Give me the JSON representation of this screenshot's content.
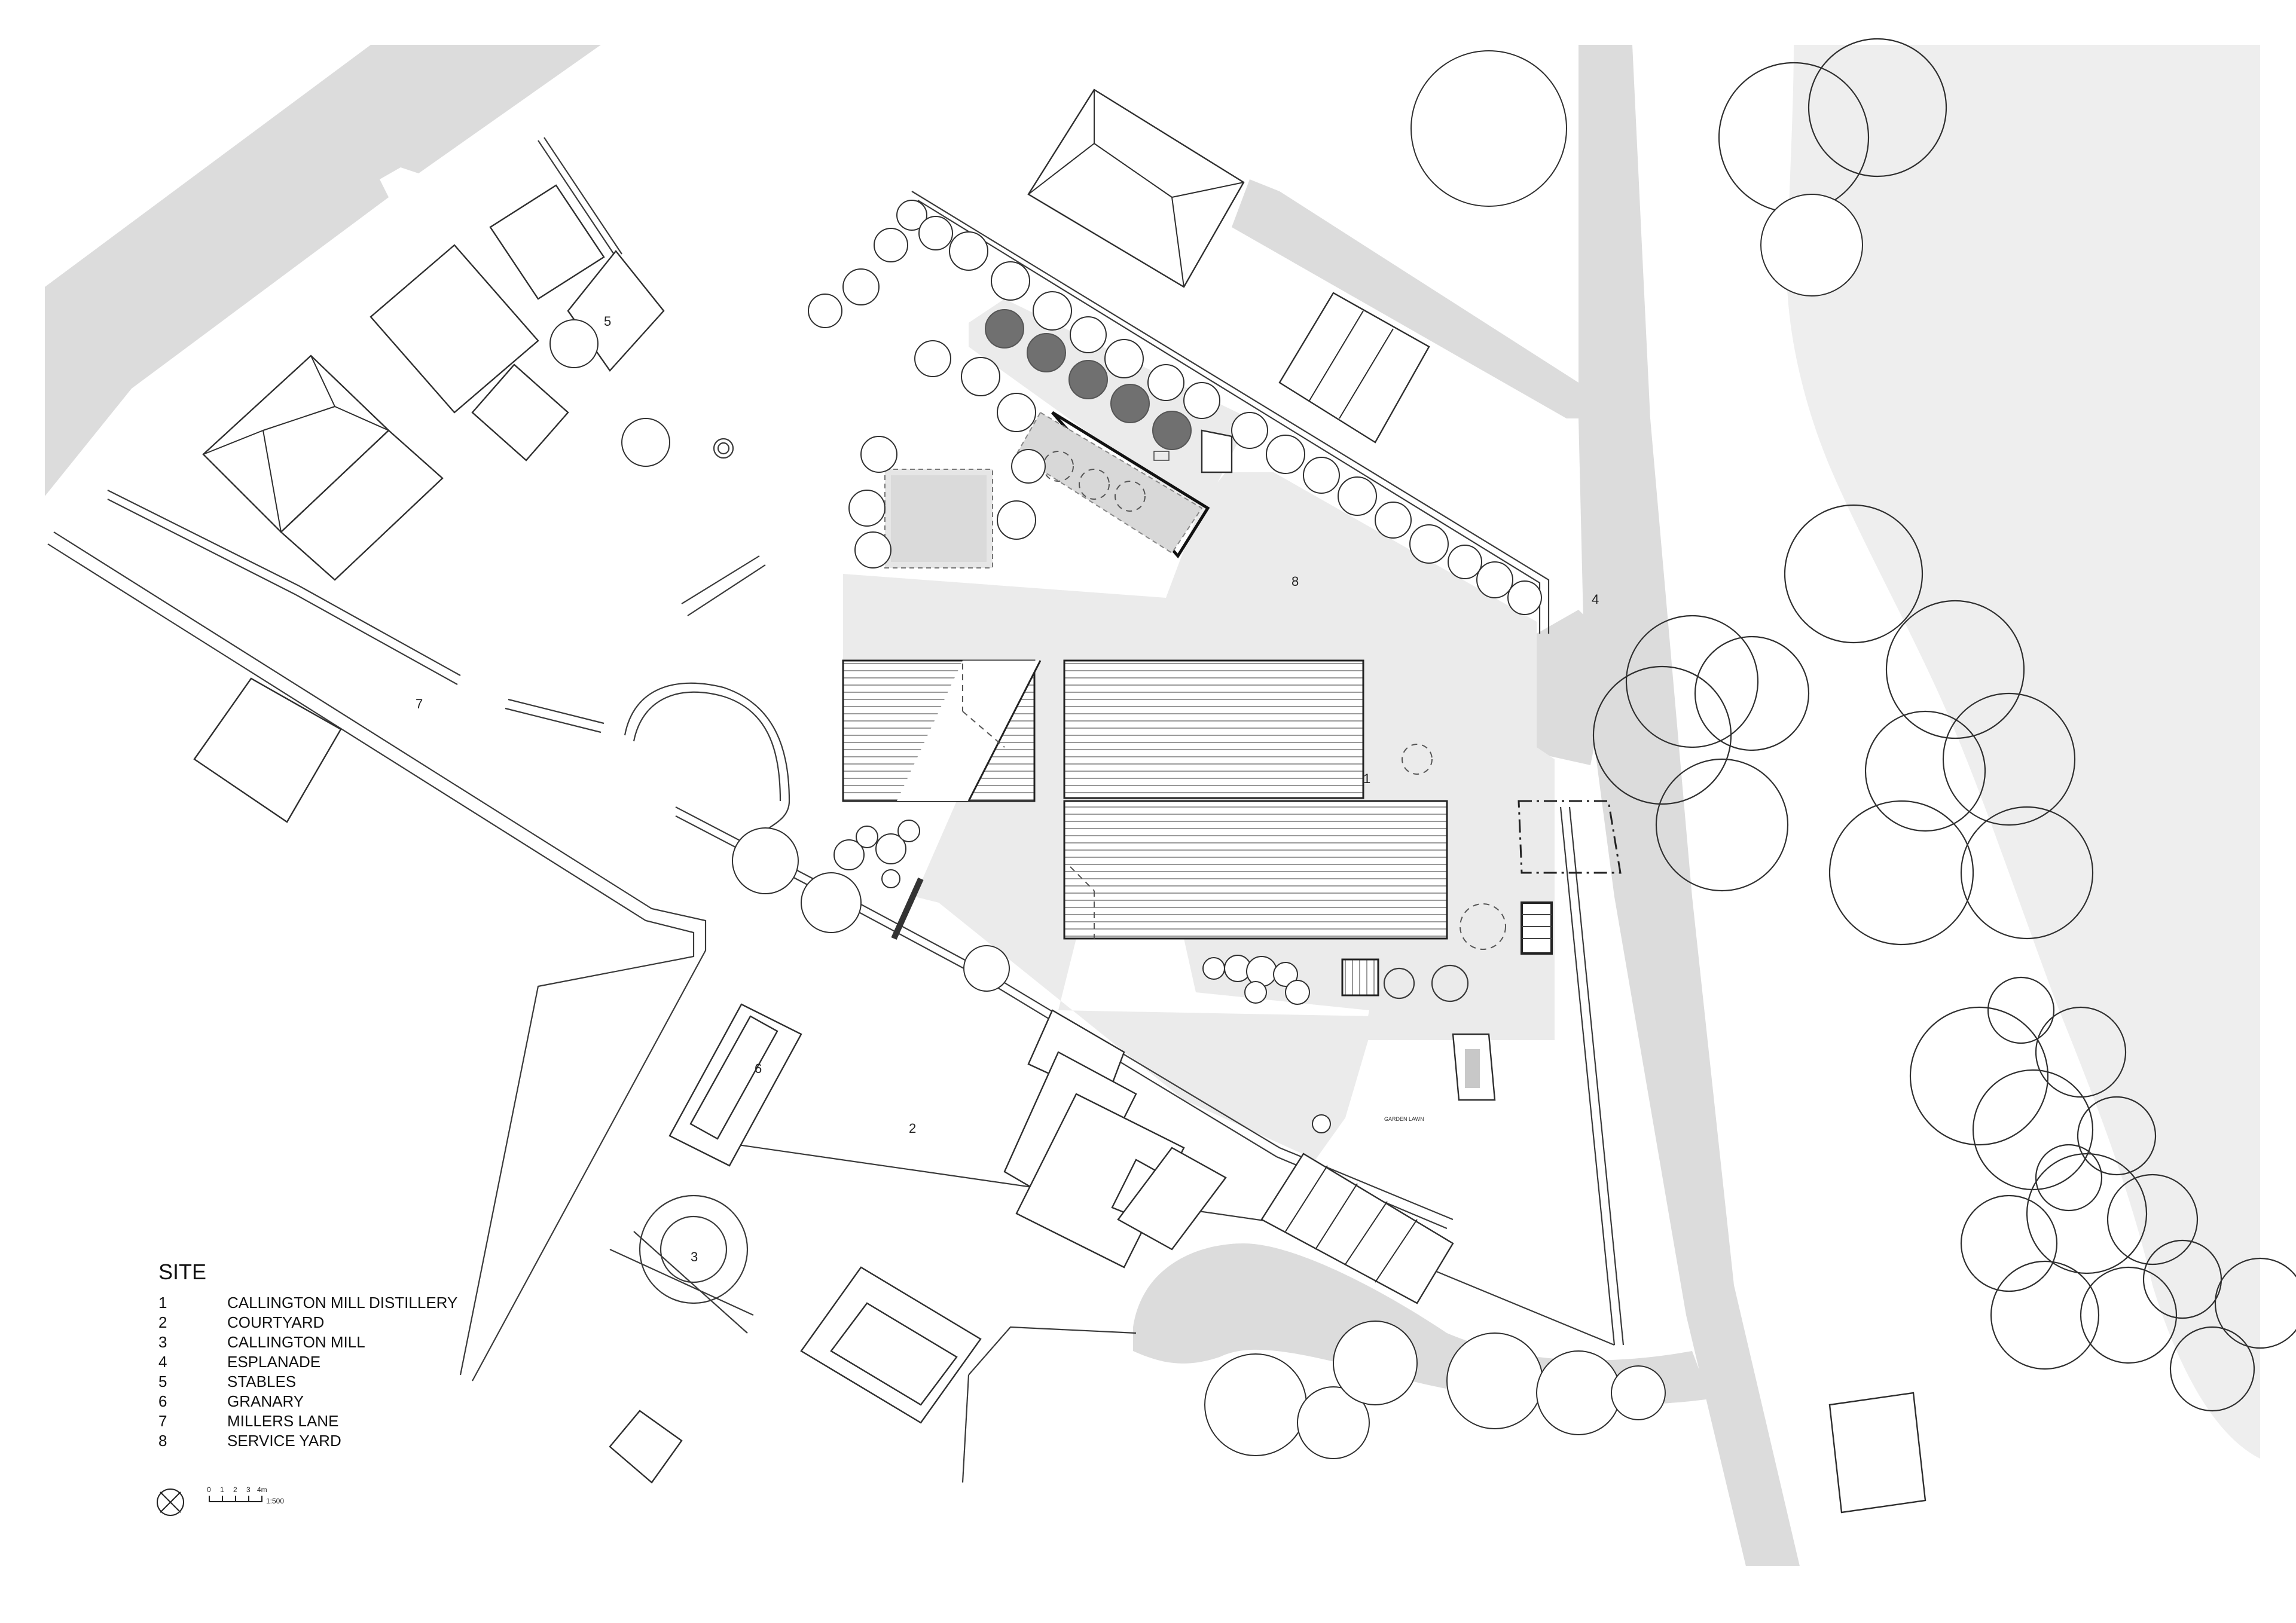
{
  "labels": {
    "one": "1",
    "two": "2",
    "three": "3",
    "four": "4",
    "five": "5",
    "six": "6",
    "seven": "7",
    "eight": "8",
    "garden_lawn": "GARDEN LAWN"
  },
  "legend": {
    "title": "SITE",
    "items": [
      {
        "num": "1",
        "label": "CALLINGTON MILL DISTILLERY"
      },
      {
        "num": "2",
        "label": "COURTYARD"
      },
      {
        "num": "3",
        "label": "CALLINGTON MILL"
      },
      {
        "num": "4",
        "label": "ESPLANADE"
      },
      {
        "num": "5",
        "label": "STABLES"
      },
      {
        "num": "6",
        "label": "GRANARY"
      },
      {
        "num": "7",
        "label": "MILLERS LANE"
      },
      {
        "num": "8",
        "label": "SERVICE YARD"
      }
    ]
  },
  "scale_bar": {
    "ticks": [
      "0",
      "1",
      "2",
      "3",
      "4m"
    ],
    "ratio": "1:500"
  },
  "colors": {
    "road": "#dcdcdc",
    "paving": "#ebebeb",
    "tanks": "#707070",
    "linework": "#3a3a3a"
  },
  "icons": {
    "north_point": "north-arrow-icon"
  }
}
